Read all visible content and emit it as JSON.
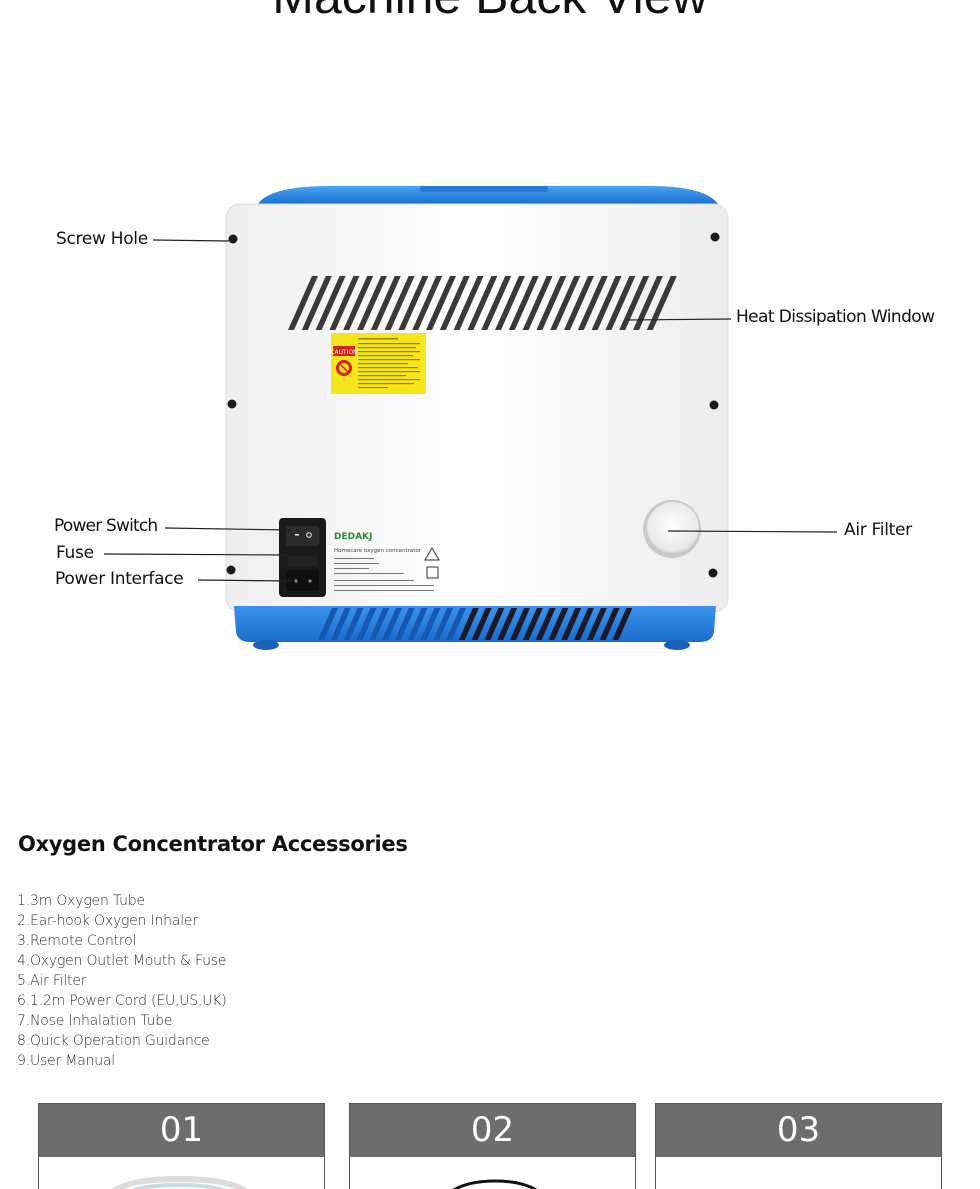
{
  "hero": {
    "title": "Machine Back View"
  },
  "callouts": {
    "screw_hole": "Screw Hole",
    "heat_window": "Heat Dissipation Window",
    "power_switch": "Power Switch",
    "fuse": "Fuse",
    "power_interface": "Power Interface",
    "air_filter": "Air Filter"
  },
  "device": {
    "brand": "DEDAKJ",
    "product_line": "Homecare oxygen concentrator",
    "warning_label": "CAUTION",
    "colors": {
      "accent": "#2f86e0",
      "body": "#f7f7f7",
      "label": "#f5e61c",
      "panel": "#1a1a1a"
    }
  },
  "accessories": {
    "heading": "Oxygen Concentrator Accessories",
    "items": [
      "1.3m Oxygen Tube",
      "2.Ear-hook Oxygen Inhaler",
      "3.Remote Control",
      "4.Oxygen Outlet Mouth & Fuse",
      "5.Air Filter",
      "6.1.2m Power Cord (EU,US,UK)",
      "7.Nose Inhalation Tube",
      "8.Quick Operation Guidance",
      "9.User Manual"
    ]
  },
  "cards": [
    {
      "number": "01"
    },
    {
      "number": "02"
    },
    {
      "number": "03"
    }
  ]
}
